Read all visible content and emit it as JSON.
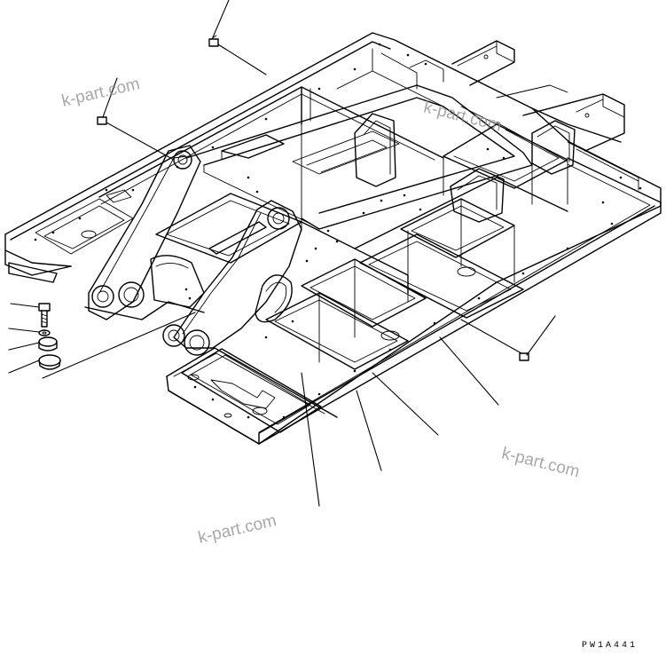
{
  "watermarks": [
    "k-part.com",
    "k-part.com",
    "k-part.com",
    "k-part.com"
  ],
  "drawing_code": "PW1A441",
  "colors": {
    "line": "#000000",
    "background": "#ffffff",
    "watermark": "#8c8c8c"
  },
  "parts": [
    {
      "name": "bolt",
      "icon": "hex-bolt-icon"
    },
    {
      "name": "washer",
      "icon": "washer-icon"
    },
    {
      "name": "plug",
      "icon": "cap-plug-icon"
    },
    {
      "name": "ring",
      "icon": "ring-icon"
    }
  ]
}
